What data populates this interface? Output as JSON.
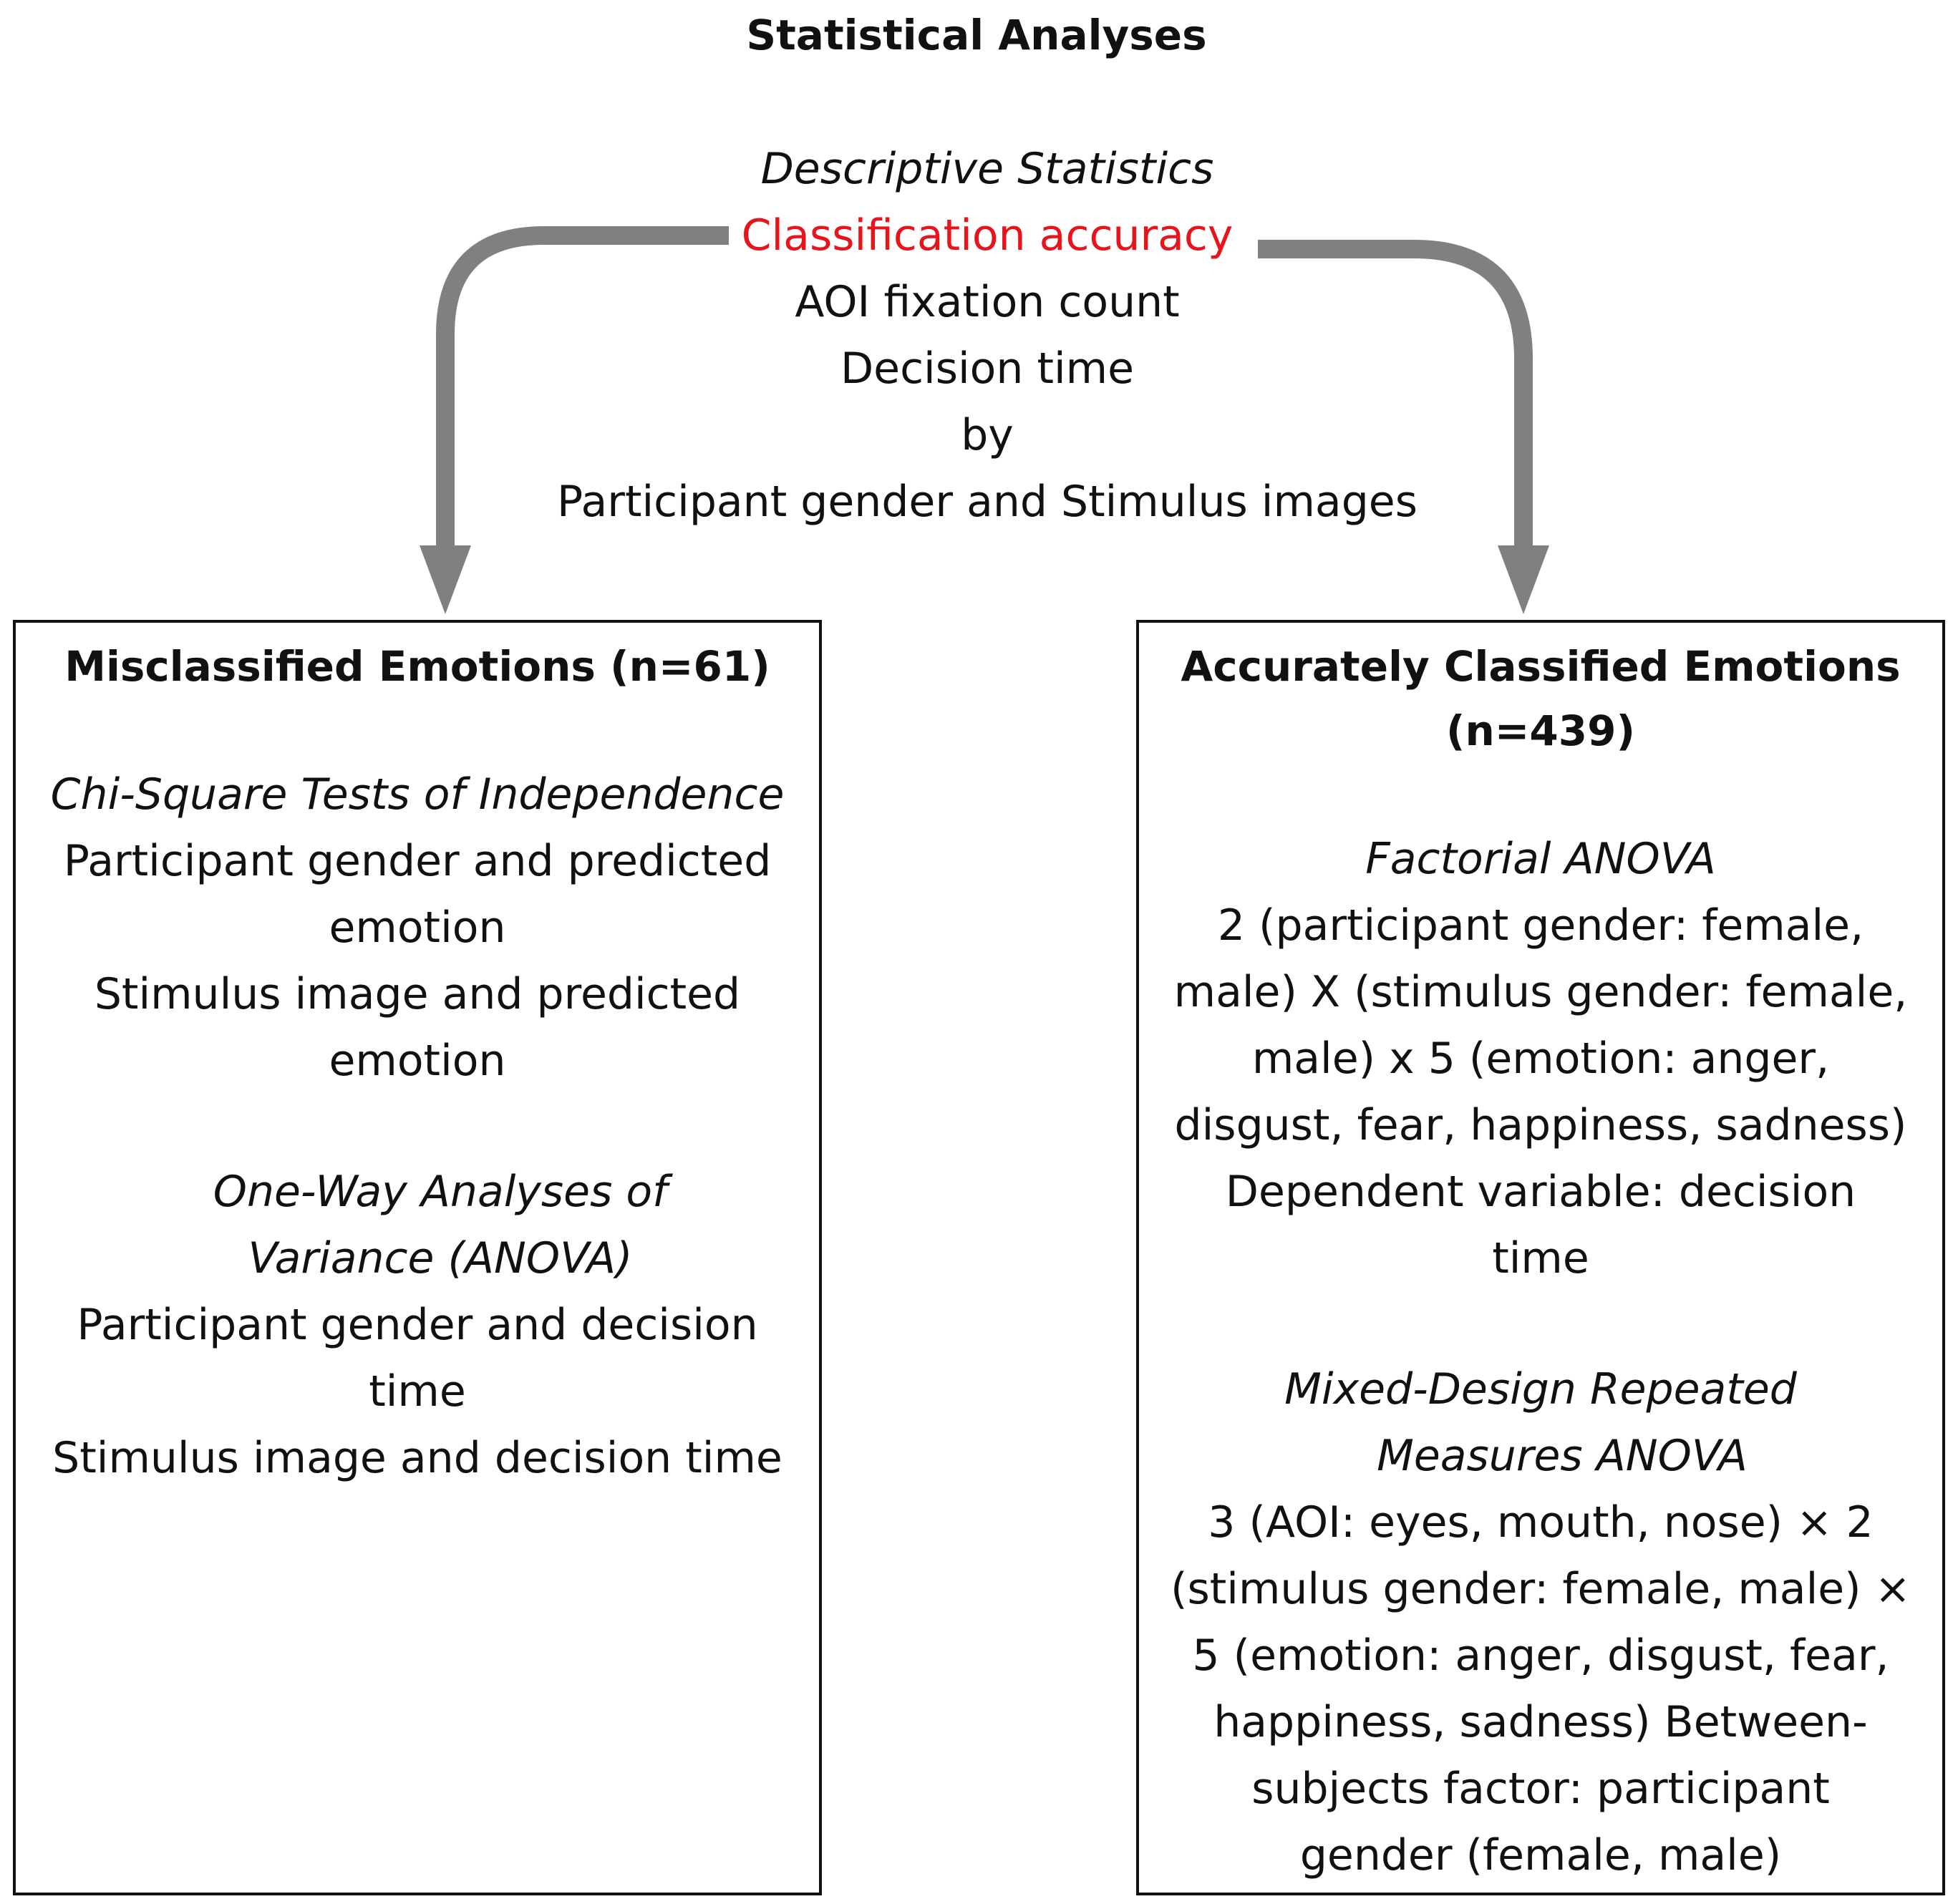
{
  "title": "Statistical Analyses",
  "descriptive": {
    "heading": "Descriptive Statistics",
    "items": [
      "Classification accuracy",
      "AOI fixation count",
      "Decision time",
      "by",
      "Participant gender and Stimulus images"
    ],
    "highlight_color": "#e8141a"
  },
  "arrow_color": "#808080",
  "left_box": {
    "title": "Misclassified Emotions",
    "n": "(n=61)",
    "sections": [
      {
        "method": "Chi-Square Tests of Independence",
        "lines": [
          "Participant gender and predicted",
          "emotion",
          "Stimulus image and predicted",
          "emotion"
        ]
      },
      {
        "method_lines": [
          "One-Way Analyses of",
          "Variance (ANOVA)"
        ],
        "lines": [
          "Participant gender and decision",
          "time",
          "Stimulus image and decision time"
        ]
      }
    ]
  },
  "right_box": {
    "title": "Accurately Classified Emotions",
    "n": "(n=439)",
    "sections": [
      {
        "method": "Factorial ANOVA",
        "lines": [
          "2 (participant gender: female,",
          "male) X (stimulus gender: female,",
          "male) x 5 (emotion: anger,",
          "disgust, fear, happiness, sadness)",
          "Dependent variable: decision",
          "time"
        ]
      },
      {
        "method_lines": [
          "Mixed-Design Repeated",
          "Measures ANOVA"
        ],
        "lines": [
          "3 (AOI: eyes, mouth, nose) × 2",
          "(stimulus gender: female, male) ×",
          "5 (emotion: anger, disgust, fear,",
          "happiness, sadness) Between-",
          "subjects factor: participant",
          "gender (female, male)"
        ]
      }
    ]
  }
}
